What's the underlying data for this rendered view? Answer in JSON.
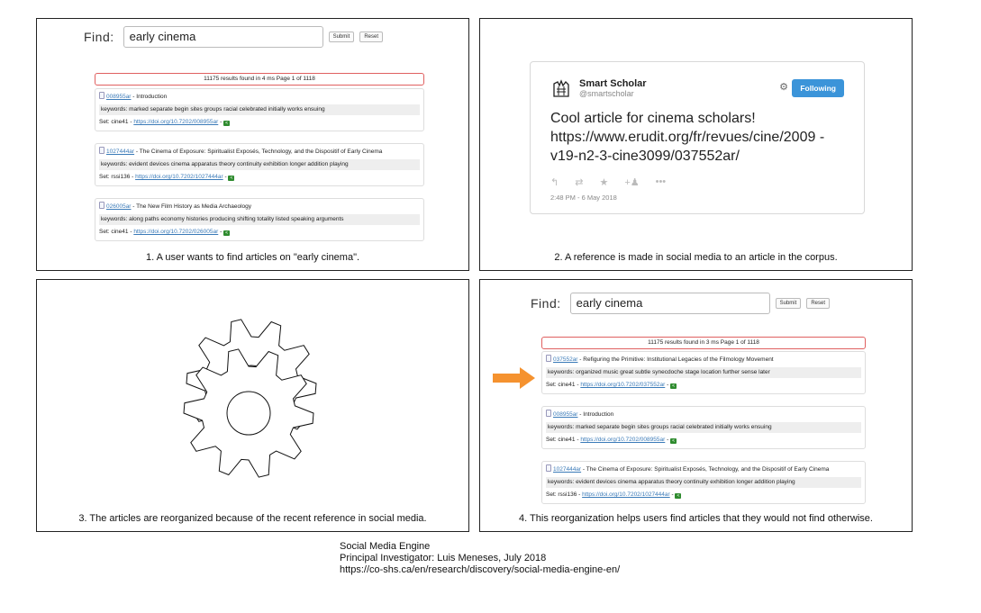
{
  "panel1": {
    "find_label": "Find:",
    "search_value": "early cinema",
    "submit_label": "Submit",
    "reset_label": "Reset",
    "results_summary": "11175 results found in 4 ms Page 1 of 1118",
    "results": [
      {
        "id": "008955ar",
        "title": " - Introduction",
        "keywords": "keywords: marked separate begin sites groups racial celebrated initially works ensuing",
        "set": "Set: cine41 - ",
        "doi": "https://doi.org/10.7202/008955ar"
      },
      {
        "id": "1027444ar",
        "title": " - The Cinema of Exposure: Spiritualist Exposés, Technology, and the Dispositif of Early Cinema",
        "keywords": "keywords: evident devices cinema apparatus theory continuity exhibition longer addition playing",
        "set": "Set: rssi136 - ",
        "doi": "https://doi.org/10.7202/1027444ar"
      },
      {
        "id": "026005ar",
        "title": " - The New Film History as Media Archaeology",
        "keywords": "keywords: along paths economy histories producing shifting totality listed speaking arguments",
        "set": "Set: cine41 - ",
        "doi": "https://doi.org/10.7202/026005ar"
      }
    ],
    "caption": "1. A user wants to find articles on \"early cinema\"."
  },
  "panel2": {
    "name": "Smart Scholar",
    "handle": "@smartscholar",
    "follow_label": "Following",
    "tweet_text": "Cool article for cinema scholars! https://www.erudit.org/fr/revues/cine/2009 - v19-n2-3-cine3099/037552ar/",
    "timestamp": "2:48 PM - 6 May 2018",
    "caption": "2. A reference is made in social media to an article in the corpus."
  },
  "panel3": {
    "caption": "3. The articles are reorganized because of the recent reference in social media."
  },
  "panel4": {
    "find_label": "Find:",
    "search_value": "early cinema",
    "submit_label": "Submit",
    "reset_label": "Reset",
    "results_summary": "11175 results found in 3 ms Page 1 of 1118",
    "results": [
      {
        "id": "037552ar",
        "title": " - Refiguring the Primitive: Institutional Legacies of the Filmology Movement",
        "keywords": "keywords: organized music great subtle synecdoche stage location further sense later",
        "set": "Set: cine41 - ",
        "doi": "https://doi.org/10.7202/037552ar"
      },
      {
        "id": "008955ar",
        "title": " - Introduction",
        "keywords": "keywords: marked separate begin sites groups racial celebrated initially works ensuing",
        "set": "Set: cine41 - ",
        "doi": "https://doi.org/10.7202/008955ar"
      },
      {
        "id": "1027444ar",
        "title": " - The Cinema of Exposure: Spiritualist Exposés, Technology, and the Dispositif of Early Cinema",
        "keywords": "keywords: evident devices cinema apparatus theory continuity exhibition longer addition playing",
        "set": "Set: rssi136 - ",
        "doi": "https://doi.org/10.7202/1027444ar"
      }
    ],
    "arrow_color": "#f5922f",
    "caption": "4. This reorganization helps users find articles that they would not find otherwise."
  },
  "footer": {
    "line1": "Social Media Engine",
    "line2": "Principal Investigator: Luis Meneses, July 2018",
    "line3": "https://co-shs.ca/en/research/discovery/social-media-engine-en/"
  }
}
